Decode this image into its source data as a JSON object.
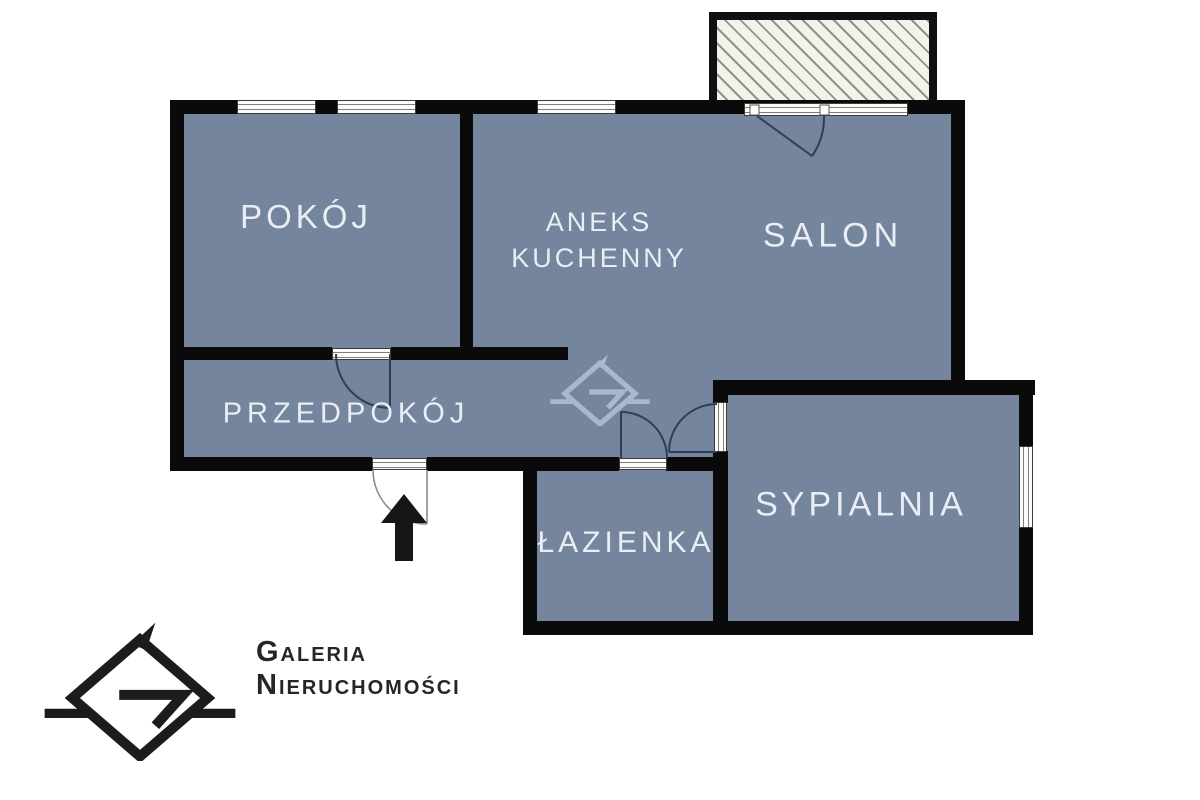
{
  "floorplan": {
    "rooms": {
      "pokoj": {
        "label": "POKÓJ"
      },
      "aneks": {
        "line1": "ANEKS",
        "line2": "KUCHENNY"
      },
      "salon": {
        "label": "SALON"
      },
      "przedpokoj": {
        "label": "PRZEDPOKÓJ"
      },
      "lazienka": {
        "label": "ŁAZIENKA"
      },
      "sypialnia": {
        "label": "SYPIALNIA"
      }
    },
    "icons": {
      "entrance_arrow": "entrance-arrow-icon",
      "balcony": "balcony-hatch",
      "watermark": "gn-diamond-watermark-icon",
      "logo_mark": "gn-diamond-logo-icon"
    },
    "colors": {
      "room_fill": "#74859D",
      "wall": "#0A0A0A",
      "label_text": "#E9EEF4",
      "door_arc": "#2E3E55",
      "entrance_arc": "#8A8A8A",
      "watermark": "#A9B9CC",
      "balcony_hatch_bg": "#F3F2EB",
      "balcony_hatch_line": "#92928B",
      "logo": "#1C1C1C"
    }
  },
  "branding": {
    "name_line1": "Galeria",
    "name_line2": "Nieruchomości"
  }
}
